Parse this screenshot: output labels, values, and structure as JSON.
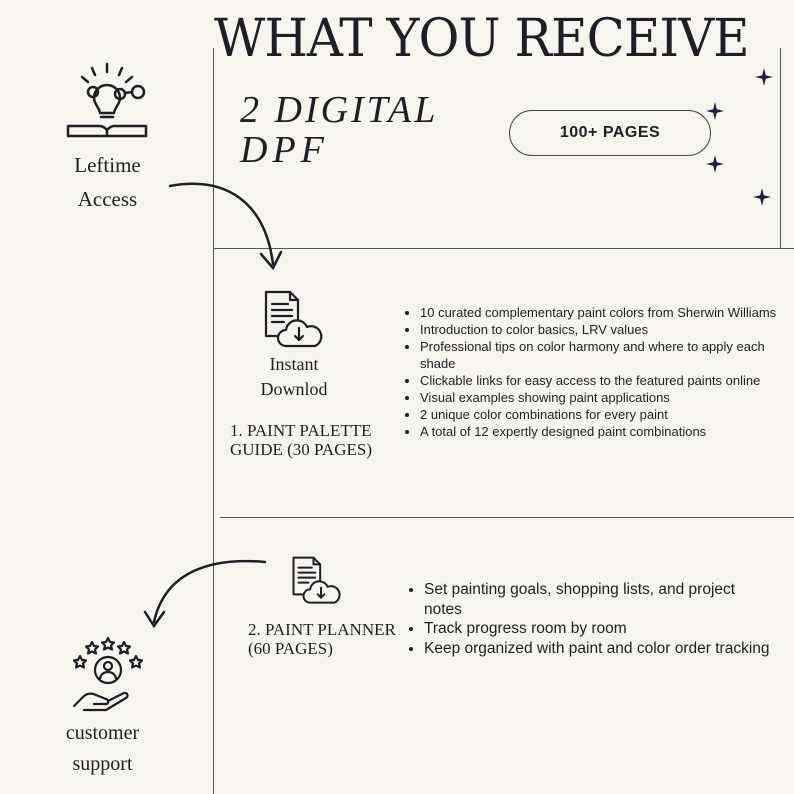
{
  "title": "WHAT YOU RECEIVE",
  "subtitle_line1": "2 DIGITAL",
  "subtitle_line2": "DPF",
  "pages_badge": "100+ PAGES",
  "features": {
    "lifetime_line1": "Leftime",
    "lifetime_line2": "Access",
    "download_line1": "Instant",
    "download_line2": "Downlod",
    "support_line1": "customer",
    "support_line2": "support"
  },
  "section1": {
    "title_line1": "1. PAINT PALETTE",
    "title_line2": "GUIDE (30 PAGES)",
    "bullets": [
      "10 curated complementary paint colors from Sherwin Williams",
      "Introduction to color basics, LRV values",
      "Professional tips on color harmony and where to apply each shade",
      "Clickable links for easy access to the featured paints online",
      "Visual examples showing paint applications",
      "2 unique color combinations for every paint",
      "A total of 12 expertly designed paint combinations"
    ]
  },
  "section2": {
    "title_line1": "2. PAINT PLANNER",
    "title_line2": "(60 PAGES)",
    "bullets": [
      "Set painting goals, shopping lists, and project notes",
      "Track progress room by room",
      "Keep organized with paint and color order tracking"
    ]
  },
  "colors": {
    "background": "#f7f4ef",
    "ink": "#1e1e26"
  },
  "icons": [
    "lightbulb-book-icon",
    "document-cloud-download-icon",
    "customer-support-hand-stars-icon",
    "sparkle-star-icon",
    "curved-arrow-icon"
  ]
}
